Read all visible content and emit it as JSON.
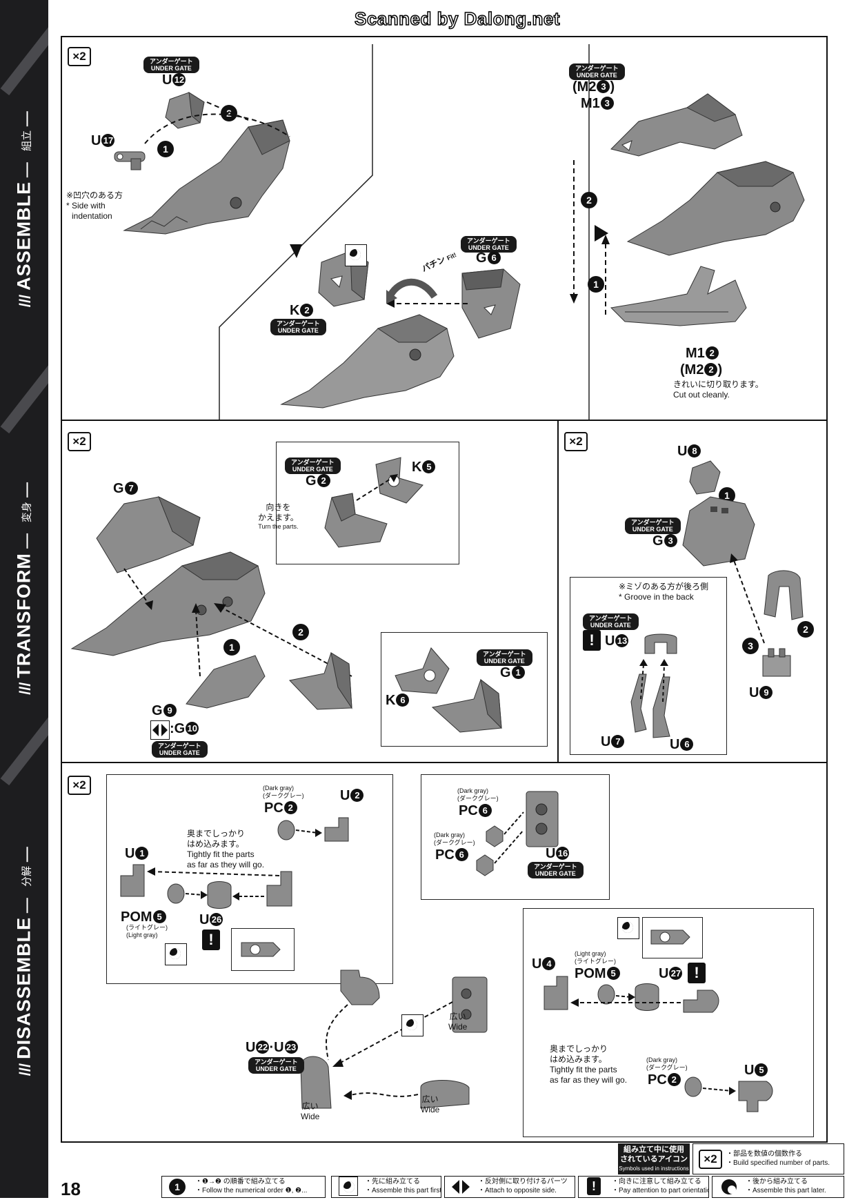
{
  "header": {
    "scan_credit": "Scanned by Dalong.net"
  },
  "sidebar": {
    "sections": [
      {
        "en": "ASSEMBLE",
        "jp": "組立"
      },
      {
        "en": "TRANSFORM",
        "jp": "変身"
      },
      {
        "en": "DISASSEMBLE",
        "jp": "分解"
      }
    ]
  },
  "common": {
    "x2": "×2",
    "under_gate_jp": "アンダーゲート",
    "under_gate_en": "UNDER GATE",
    "fit_jp": "パチン",
    "fit_en": "Fit!"
  },
  "panel1": {
    "u12": "U",
    "u12_n": "12",
    "u17": "U",
    "u17_n": "17",
    "indent_jp": "※凹穴のある方",
    "indent_en1": "* Side with",
    "indent_en2": "indentation",
    "k2": "K",
    "k2_n": "2",
    "g6": "G",
    "g6_n": "6",
    "m2_3": "(M2",
    "m2_3_n": "3",
    "m2_3_close": ")",
    "m1_3": "M1",
    "m1_3_n": "3",
    "m1_2": "M1",
    "m1_2_n": "2",
    "m2_2": "(M2",
    "m2_2_n": "2",
    "m2_2_close": ")",
    "cut_jp": "きれいに切り取ります。",
    "cut_en": "Cut out cleanly.",
    "step1": "1",
    "step2": "2"
  },
  "panel2": {
    "g7": "G",
    "g7_n": "7",
    "g2": "G",
    "g2_n": "2",
    "k5": "K",
    "k5_n": "5",
    "turn_jp1": "向きを",
    "turn_jp2": "かえます。",
    "turn_en": "Turn the parts.",
    "g9": "G",
    "g9_n": "9",
    "g10": ":G",
    "g10_n": "10",
    "g1": "G",
    "g1_n": "1",
    "k6": "K",
    "k6_n": "6",
    "step1": "1",
    "step2": "2"
  },
  "panel3": {
    "u8": "U",
    "u8_n": "8",
    "g3": "G",
    "g3_n": "3",
    "groove_jp": "※ミゾのある方が後ろ側",
    "groove_en": "* Groove in the back",
    "u13": "U",
    "u13_n": "13",
    "u9": "U",
    "u9_n": "9",
    "u7": "U",
    "u7_n": "7",
    "u6": "U",
    "u6_n": "6",
    "step1": "1",
    "step2": "2",
    "step3": "3"
  },
  "panel4": {
    "dark_gray_en": "(Dark gray)",
    "dark_gray_jp": "(ダークグレー)",
    "light_gray_en": "(Light gray)",
    "light_gray_jp": "(ライトグレー)",
    "pc2": "PC",
    "pc2_n": "2",
    "u2": "U",
    "u2_n": "2",
    "u1": "U",
    "u1_n": "1",
    "tight_jp1": "奥までしっかり",
    "tight_jp2": "はめ込みます。",
    "tight_en1": "Tightly fit the parts",
    "tight_en2": "as far as they will go.",
    "pom5": "POM",
    "pom5_n": "5",
    "u26": "U",
    "u26_n": "26",
    "pc6": "PC",
    "pc6_n": "6",
    "u16": "U",
    "u16_n": "16",
    "u22": "U",
    "u22_n": "22",
    "u23": "·U",
    "u23_n": "23",
    "wide_jp": "広い",
    "wide_en": "Wide",
    "u4": "U",
    "u4_n": "4",
    "u27": "U",
    "u27_n": "27",
    "u5": "U",
    "u5_n": "5"
  },
  "footer": {
    "page_number": "18",
    "symbols_jp1": "組み立て中に使用",
    "symbols_jp2": "されているアイコン",
    "symbols_en": "Symbols used in instructions",
    "x2_jp": "・部品を数値の個数作る",
    "x2_en": "・Build specified number of parts.",
    "legend": [
      {
        "jp": "・❶→❷ の順番で組み立てる",
        "en": "・Follow the numerical order ❶, ❷..."
      },
      {
        "jp": "・先に組み立てる",
        "en": "・Assemble this part first."
      },
      {
        "jp": "・反対側に取り付けるパーツ",
        "en": "・Attach to opposite side."
      },
      {
        "jp": "・向きに注意して組み立てる",
        "en": "・Pay attention to part orientation when assembling."
      },
      {
        "jp": "・後から組み立てる",
        "en": "・Assemble this part later."
      }
    ]
  }
}
